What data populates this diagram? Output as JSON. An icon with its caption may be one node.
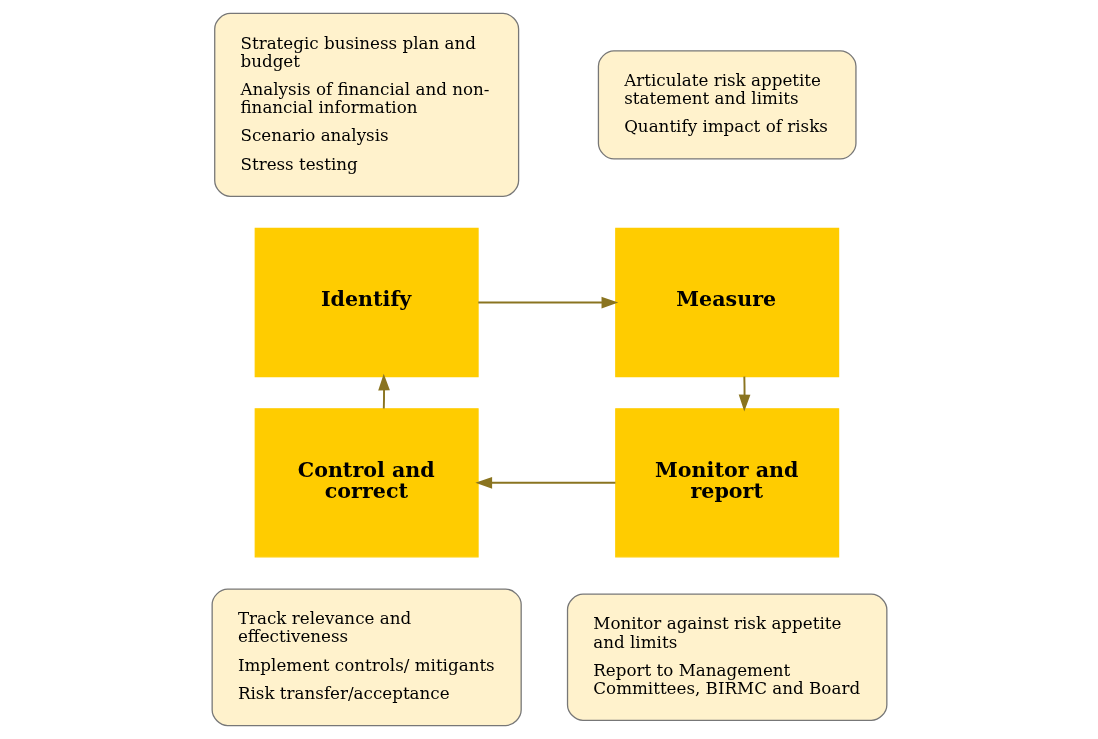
{
  "diagram": {
    "nodes": [
      {
        "text": [
          "Strategic business plan and budget",
          "Analysis of financial and non-financial information",
          "Scenario analysis",
          "Stress testing"
        ]
      },
      {
        "text": [
          "Articulate risk appetite statement and limits",
          "Quantify impact of risks"
        ]
      },
      {
        "text": [
          "Identify"
        ]
      },
      {
        "text": [
          "Measure"
        ]
      },
      {
        "text": [
          "Control and correct"
        ]
      },
      {
        "text": [
          "Monitor and report"
        ]
      },
      {
        "text": [
          "Track relevance and effectiveness",
          "Implement controls/ mitigants",
          "Risk transfer/acceptance"
        ]
      },
      {
        "text": [
          "Monitor against risk appetite and limits",
          "Report to Management Committees, BIRMC and Board"
        ]
      }
    ],
    "edges": [
      {
        "from": 2,
        "to": 3,
        "arrow": "to"
      },
      {
        "from": 3,
        "to": 5,
        "arrow": "to"
      },
      {
        "from": 5,
        "to": 4,
        "arrow": "to"
      },
      {
        "from": 4,
        "to": 2,
        "arrow": "to"
      }
    ]
  }
}
